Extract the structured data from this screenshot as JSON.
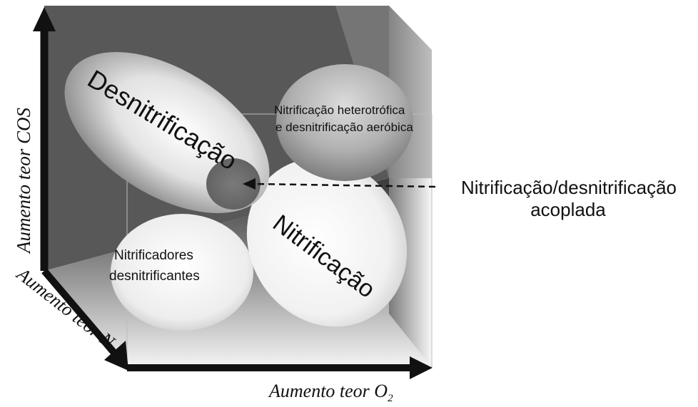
{
  "axes": {
    "vertical": "Aumento teor COS",
    "depth": "Aumento teor N",
    "horizontal_prefix": "Aumento teor O",
    "horizontal_subscript": "2"
  },
  "processes": {
    "desnitrificacao": "Desnitrificação",
    "nitrificacao": "Nitrificação",
    "heterotrofica_line1": "Nitrificação heterotrófica",
    "heterotrofica_line2": "e desnitrificação aeróbica",
    "nitrificadores_line1": "Nitrificadores",
    "nitrificadores_line2": "desnitrificantes"
  },
  "callout": {
    "line1": "Nitrificação/desnitrificação",
    "line2": "acoplada"
  },
  "colors": {
    "back_wall": "#5a5a5a",
    "arrow": "#111111",
    "overlap": "#6e6e6e",
    "text": "#111111"
  }
}
